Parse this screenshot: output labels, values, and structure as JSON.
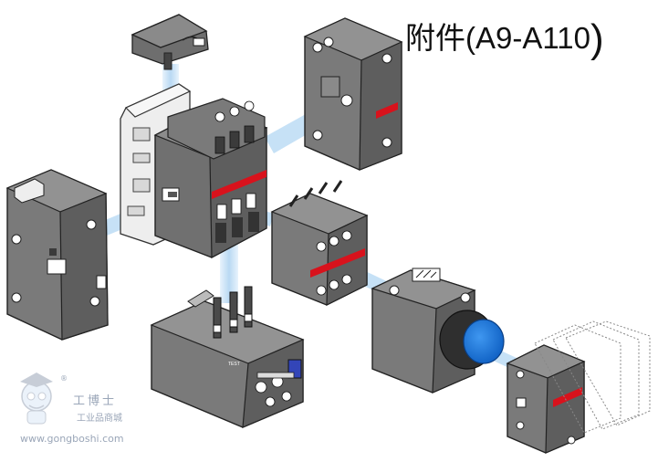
{
  "title": {
    "text": "附件(A9-A110",
    "close_paren": ")"
  },
  "watermark": {
    "brand_cn": "工博士",
    "brand_sub": "工业品商城",
    "url": "www.gongboshi.com",
    "registered": "®"
  },
  "labels": {
    "test": "TEST"
  },
  "colors": {
    "housing_dark": "#6d6d6d",
    "housing_light": "#b9b9b9",
    "accent_red": "#d8121c",
    "connector_blue": "#bcdcf4",
    "knob_blue": "#1673d6",
    "reset_blue": "#3345b8"
  }
}
